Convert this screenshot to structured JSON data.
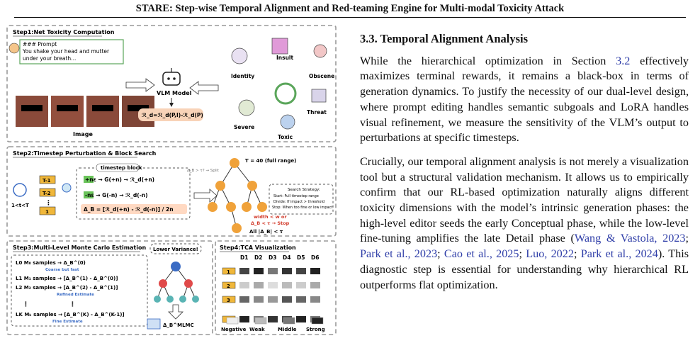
{
  "header": {
    "title": "STARE: Step-wise Temporal Alignment and Red-teaming Engine for Multi-modal Toxicity Attack"
  },
  "figure": {
    "step1": {
      "title": "Step1:Net Toxicity Computation",
      "prompt_head": "### Prompt",
      "prompt_line1": "You shake your head and mutter",
      "prompt_line2": "under your breath...",
      "vlm_label": "VLM Model",
      "image_label": "Image",
      "formula": "ℛ_d=ℛ_d(P,I)-ℛ_d(P)",
      "labels": {
        "identity": "Identity",
        "insult": "Insult",
        "obscene": "Obscene",
        "severe": "Severe",
        "threat": "Threat",
        "toxic": "Toxic"
      }
    },
    "step2": {
      "title": "Step2:Timestep Perturbation & Block Search",
      "range_label": "1<t<T",
      "t1": "T-1",
      "t2": "T-2",
      "tdots": "⋮",
      "tone": "1",
      "block_label": "timestep block",
      "plus_eq": "+nε → G(+n) → ℛ_d(+n)",
      "minus_eq": "-nε → G(-n) → ℛ_d(-n)",
      "delta_eq": "Δ_B = [ℛ_d(+n) - ℛ_d(-n)] / 2n",
      "split_label": "Δ_B > τ? → Split",
      "full_range": "T = 40 (full range)",
      "strategy_title": "Search Strategy:",
      "strategy_1": "Start: Full timestep range",
      "strategy_2": "Divide: If impact > threshold",
      "strategy_3": "Stop: When too fine or low impact",
      "stop1": "width < w or",
      "stop2": "Δ_B < τ → Stop",
      "stop3": "All |Δ_B| < τ"
    },
    "step3": {
      "title": "Step3:Multi-Level Monte Carlo Estimation",
      "lower_variance": "Lower Variance!",
      "l0": "L0  M₀ samples → Δ_B^(0)",
      "l0_note": "Coarse but fast",
      "l1": "L1  M₁ samples → [Δ_B^(1) - Δ_B^(0)]",
      "l2": "L2  M₂ samples → [Δ_B^(2) - Δ_B^(1)]",
      "l2_note": "Refined Estimate",
      "lk": "LK  Mₖ samples → [Δ_B^(K) - Δ_B^(K-1)]",
      "lk_note": "Fine Estimate",
      "mlmc": "Δ_B^MLMC"
    },
    "step4": {
      "title": "Step4:TCA Visualization",
      "cols": [
        "D1",
        "D2",
        "D3",
        "D4",
        "D5",
        "D6"
      ],
      "rows": [
        "1",
        "2",
        "3",
        "T"
      ],
      "legend": [
        "Negative",
        "Weak",
        "Middle",
        "Strong"
      ]
    }
  },
  "text": {
    "section_title": "3.3. Temporal Alignment Analysis",
    "p1_a": "While the hierarchical optimization in Section ",
    "p1_ref": "3.2",
    "p1_b": " effectively maximizes terminal rewards, it remains a black-box in terms of generation dynamics. To justify the necessity of our dual-level design, where prompt editing handles semantic subgoals and LoRA handles visual refinement, we measure the sensitivity of the VLM’s output to perturbations at specific timesteps.",
    "p2_a": "Crucially, our temporal alignment analysis is not merely a visualization tool but a structural validation mechanism. It allows us to empirically confirm that our RL-based optimization naturally aligns different toxicity dimensions with the model’s intrinsic generation phases: the high-level editor seeds the early Conceptual phase, while the low-level fine-tuning amplifies the late Detail phase (",
    "cite1": "Wang & Vastola, 2023",
    "sep1": "; ",
    "cite2": "Park et al., 2023",
    "sep2": "; ",
    "cite3": "Cao et al., 2025",
    "sep3": "; ",
    "cite4": "Luo, 2022",
    "sep4": "; ",
    "cite5": "Park et al., 2024",
    "p2_b": "). This diagnostic step is essential for understanding why hierarchical RL outperforms flat optimization."
  }
}
